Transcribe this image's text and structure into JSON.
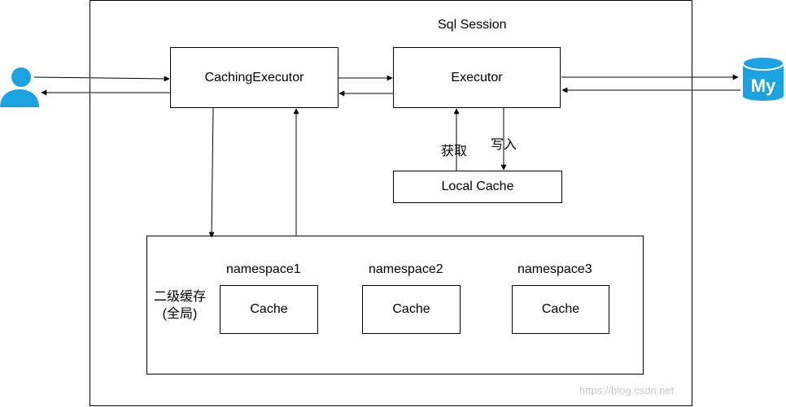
{
  "session": {
    "title": "Sql Session"
  },
  "caching_executor": {
    "label": "CachingExecutor"
  },
  "executor": {
    "label": "Executor",
    "get_label": "获取",
    "write_label": "写入"
  },
  "local_cache": {
    "label": "Local Cache"
  },
  "second_level_cache": {
    "label_line1": "二级缓存",
    "label_line2": "(全局)",
    "namespaces": [
      {
        "name": "namespace1",
        "cache_label": "Cache"
      },
      {
        "name": "namespace2",
        "cache_label": "Cache"
      },
      {
        "name": "namespace3",
        "cache_label": "Cache"
      }
    ]
  },
  "database": {
    "icon": "mysql-database-icon",
    "logo_text": "My",
    "color": "#1aa3e0"
  },
  "user": {
    "icon": "user-icon",
    "color": "#1aa3e0"
  },
  "watermark": "https://blog.csdn.net"
}
